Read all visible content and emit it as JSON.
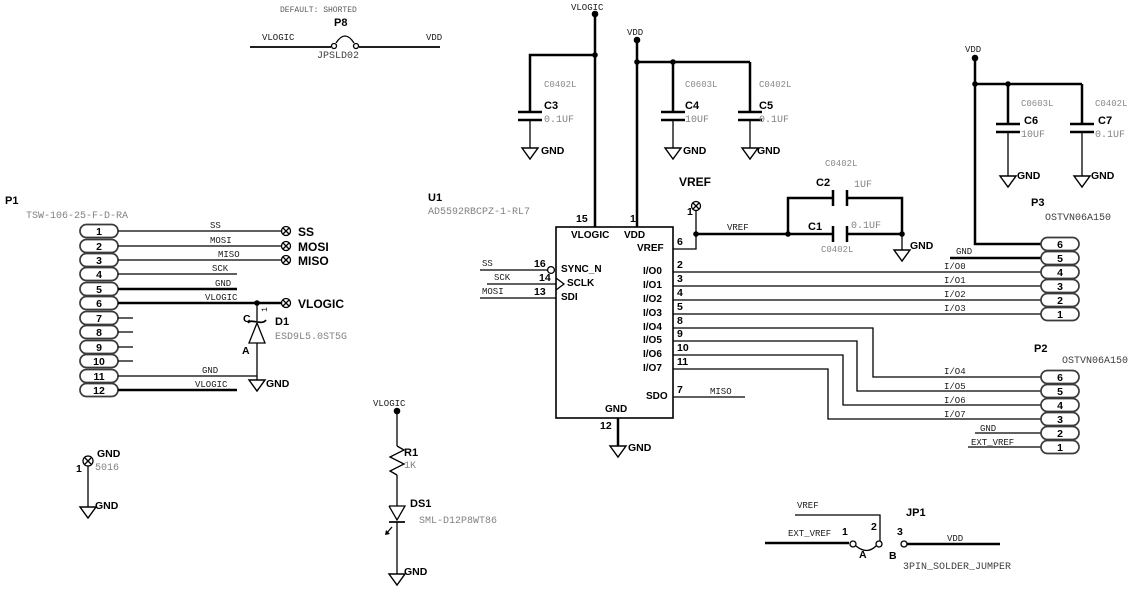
{
  "nets": {
    "vlogic": "VLOGIC",
    "vdd": "VDD",
    "gnd": "GND",
    "vref": "VREF",
    "ss": "SS",
    "mosi": "MOSI",
    "miso": "MISO",
    "sck": "SCK",
    "ext_vref": "EXT_VREF"
  },
  "p8": {
    "ref": "P8",
    "value": "JPSLD02",
    "note": "DEFAULT: SHORTED",
    "left_net": "VLOGIC",
    "right_net": "VDD"
  },
  "caps": {
    "c1": {
      "ref": "C1",
      "value": "0.1UF",
      "fp": "C0402L"
    },
    "c2": {
      "ref": "C2",
      "value": "1UF",
      "fp": "C0402L"
    },
    "c3": {
      "ref": "C3",
      "value": "0.1UF",
      "fp": "C0402L"
    },
    "c4": {
      "ref": "C4",
      "value": "10UF",
      "fp": "C0603L"
    },
    "c5": {
      "ref": "C5",
      "value": "0.1UF",
      "fp": "C0402L"
    },
    "c6": {
      "ref": "C6",
      "value": "10UF",
      "fp": "C0603L"
    },
    "c7": {
      "ref": "C7",
      "value": "0.1UF",
      "fp": "C0402L"
    }
  },
  "u1": {
    "ref": "U1",
    "part": "AD5592RBCPZ-1-RL7",
    "top": [
      {
        "num": "15",
        "name": "VLOGIC"
      },
      {
        "num": "1",
        "name": "VDD"
      }
    ],
    "left": [
      {
        "num": "16",
        "name": "SYNC_N"
      },
      {
        "num": "14",
        "name": "SCLK"
      },
      {
        "num": "13",
        "name": "SDI"
      }
    ],
    "right": [
      {
        "num": "6",
        "name": "VREF"
      },
      {
        "num": "2",
        "name": "I/O0"
      },
      {
        "num": "3",
        "name": "I/O1"
      },
      {
        "num": "4",
        "name": "I/O2"
      },
      {
        "num": "5",
        "name": "I/O3"
      },
      {
        "num": "8",
        "name": "I/O4"
      },
      {
        "num": "9",
        "name": "I/O5"
      },
      {
        "num": "10",
        "name": "I/O6"
      },
      {
        "num": "11",
        "name": "I/O7"
      },
      {
        "num": "7",
        "name": "SDO"
      }
    ],
    "bottom": {
      "num": "12",
      "name": "GND"
    }
  },
  "p1": {
    "ref": "P1",
    "part": "TSW-106-25-F-D-RA",
    "tp_pin": "1",
    "pins": [
      "1",
      "2",
      "3",
      "4",
      "5",
      "6",
      "7",
      "8",
      "9",
      "10",
      "11",
      "12"
    ]
  },
  "d1": {
    "ref": "D1",
    "part": "ESD9L5.0ST5G",
    "cathode": "C",
    "anode": "A"
  },
  "gnd_tp": {
    "name": "GND",
    "pin": "1",
    "part": "5016"
  },
  "r1": {
    "ref": "R1",
    "value": "1K"
  },
  "ds1": {
    "ref": "DS1",
    "part": "SML-D12P8WT86"
  },
  "tp_vref": {
    "pin": "1"
  },
  "p3": {
    "ref": "P3",
    "part": "OSTVN06A150",
    "pins": [
      "6",
      "5",
      "4",
      "3",
      "2",
      "1"
    ],
    "nets": [
      "",
      "GND",
      "I/O0",
      "I/O1",
      "I/O2",
      "I/O3"
    ]
  },
  "p2": {
    "ref": "P2",
    "part": "OSTVN06A150",
    "pins": [
      "6",
      "5",
      "4",
      "3",
      "2",
      "1"
    ],
    "nets": [
      "I/O4",
      "I/O5",
      "I/O6",
      "I/O7",
      "GND",
      "EXT_VREF"
    ]
  },
  "jp1": {
    "ref": "JP1",
    "part": "3PIN_SOLDER_JUMPER",
    "pins": [
      "1",
      "2",
      "3"
    ],
    "a": "A",
    "b": "B"
  }
}
